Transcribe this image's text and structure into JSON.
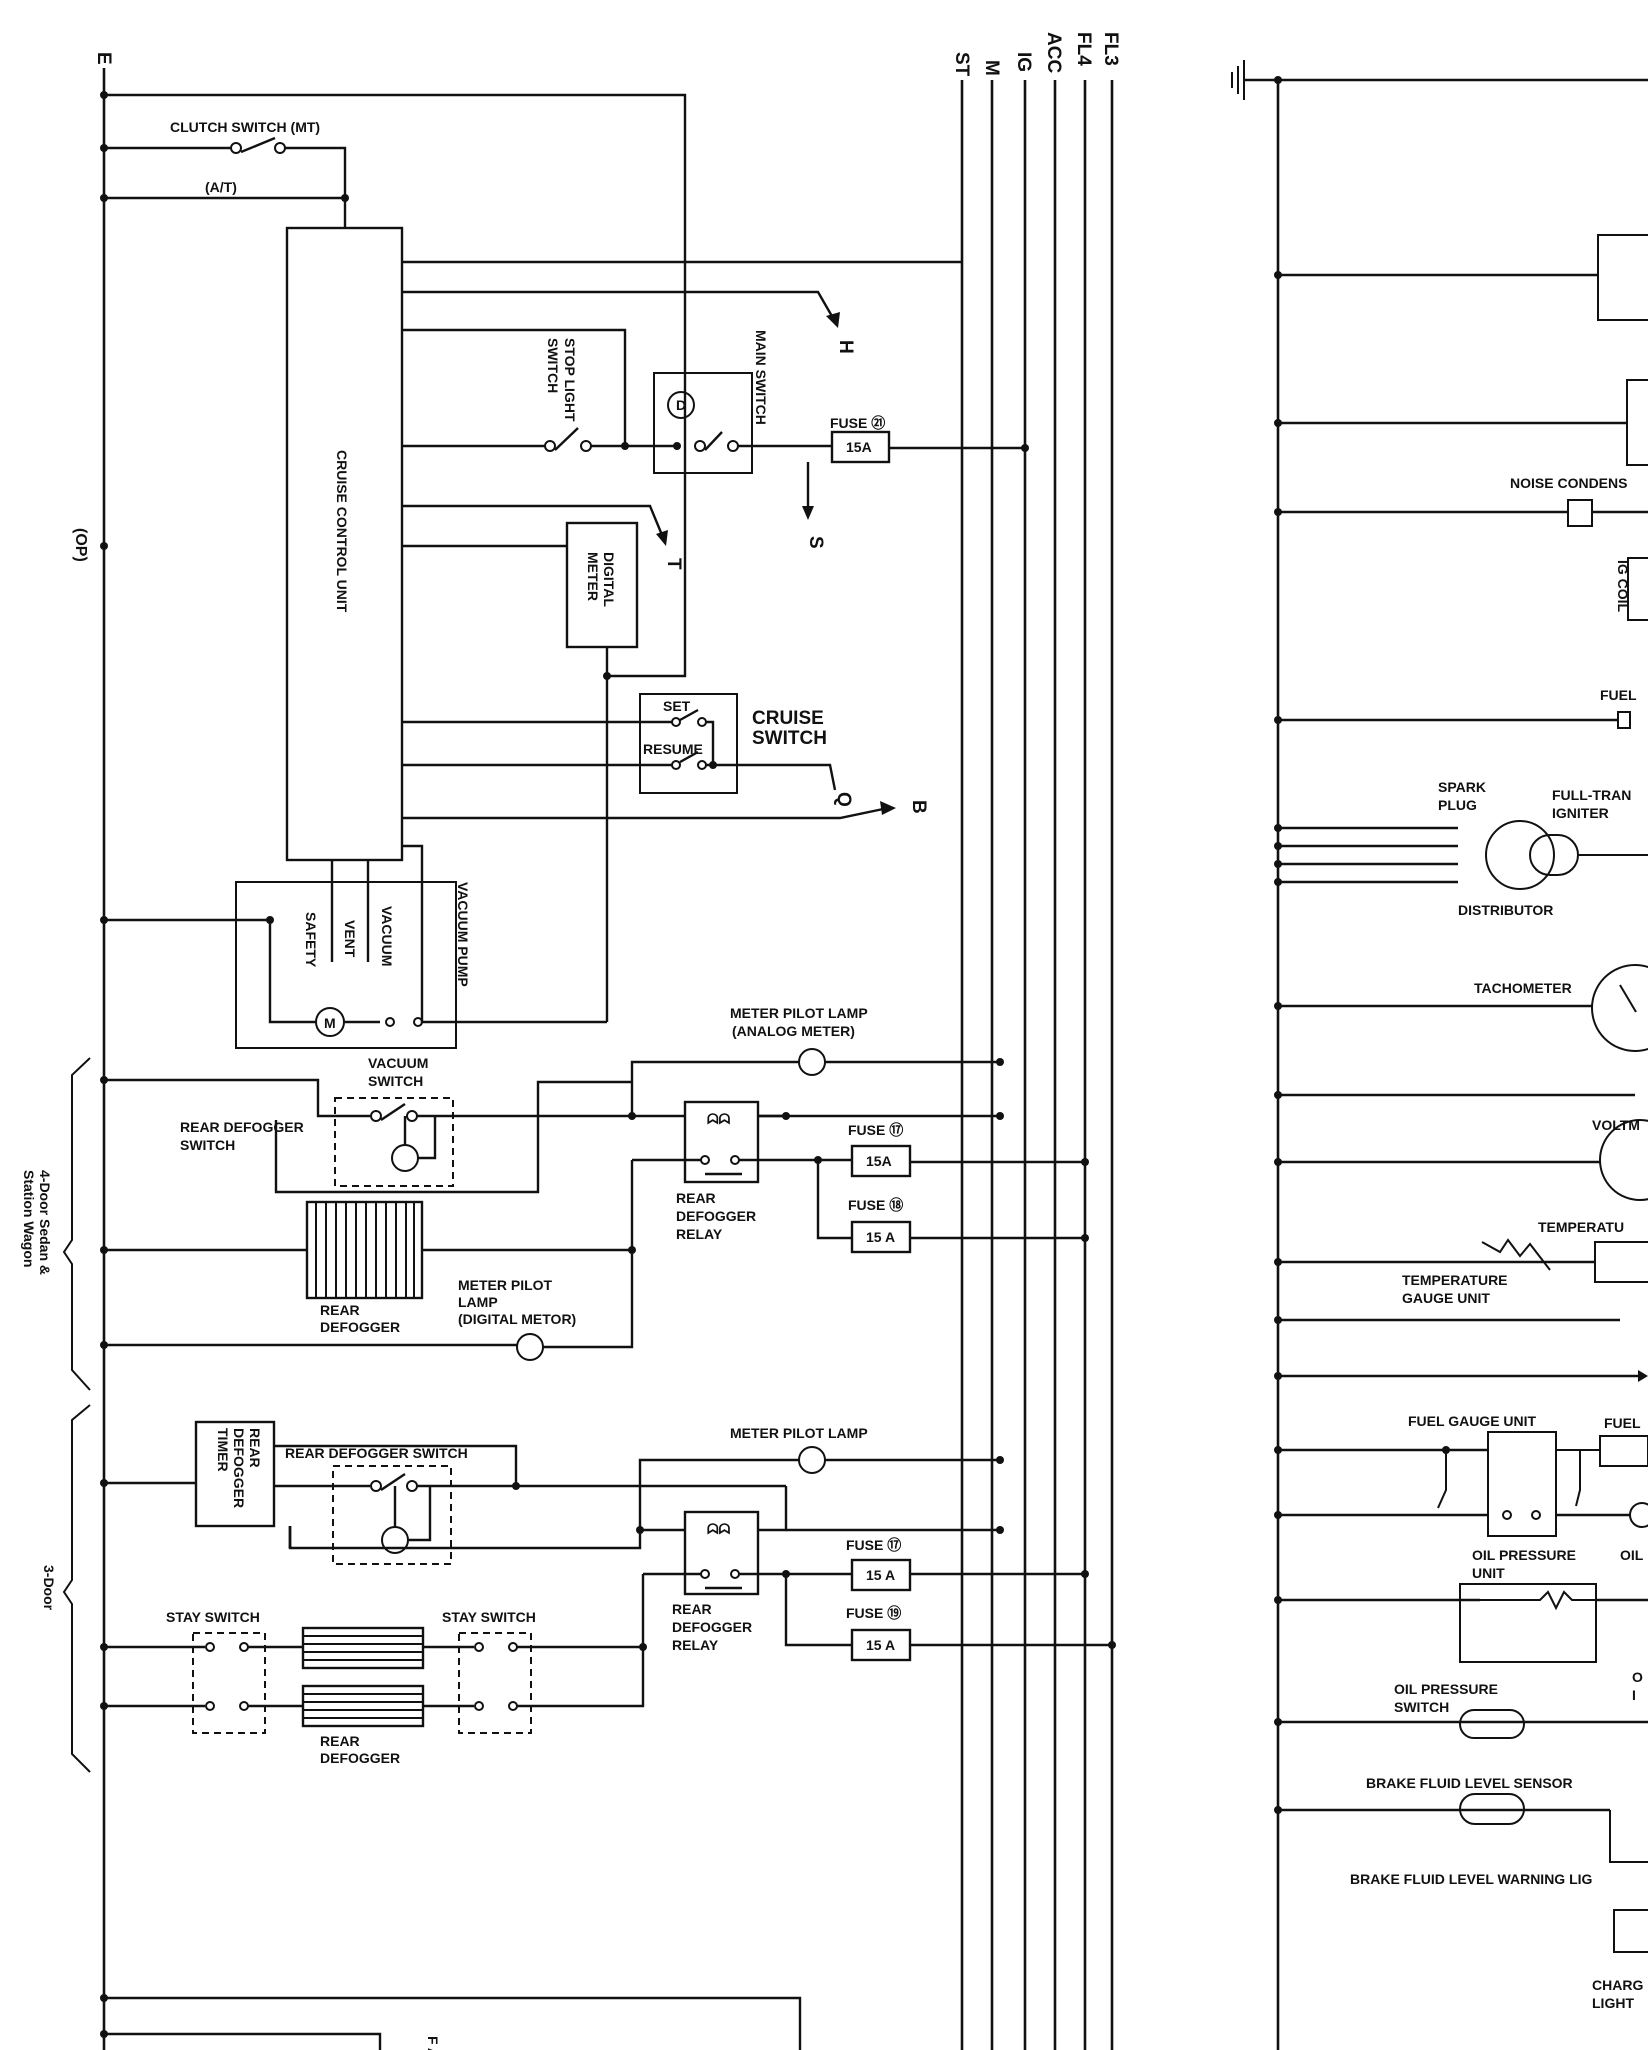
{
  "bus_labels": {
    "fl3": "FL3",
    "fl4": "FL4",
    "acc": "ACC",
    "ig": "IG",
    "m": "M",
    "st": "ST"
  },
  "left": {
    "e_label": "E",
    "op_label": "(OP)",
    "clutch_switch": "CLUTCH SWITCH (MT)",
    "at_label": "(A/T)",
    "cruise_control_unit": "CRUISE CONTROL UNIT",
    "stop_light_switch_1": "STOP LIGHT",
    "stop_light_switch_2": "SWITCH",
    "main_switch": "MAIN SWITCH",
    "fuse21": "FUSE ㉑",
    "fuse21_rating": "15A",
    "digital_meter_1": "DIGITAL",
    "digital_meter_2": "METER",
    "cruise_set": "SET",
    "cruise_resume": "RESUME",
    "cruise_switch_1": "CRUISE",
    "cruise_switch_2": "SWITCH",
    "vacuum_pump": "VACUUM PUMP",
    "safety": "SAFETY",
    "vent": "VENT",
    "vacuum": "VACUUM",
    "conn_h": "H",
    "conn_t": "T",
    "conn_s": "S",
    "conn_b": "B",
    "meter_pilot_lamp_analog_1": "METER PILOT LAMP",
    "meter_pilot_lamp_analog_2": "(ANALOG METER)",
    "vacuum_switch_1": "VACUUM",
    "vacuum_switch_2": "SWITCH",
    "rear_defogger_switch_1": "REAR DEFOGGER",
    "rear_defogger_switch_2": "SWITCH",
    "fuse17": "FUSE ⑰",
    "fuse18": "FUSE ⑱",
    "fuse19": "FUSE ⑲",
    "fuse_15a": "15A",
    "fuse_15_a": "15 A",
    "rear_defogger_relay_1": "REAR",
    "rear_defogger_relay_2": "DEFOGGER",
    "rear_defogger_relay_3": "RELAY",
    "rear_defogger_1": "REAR",
    "rear_defogger_2": "DEFOGGER",
    "meter_pilot_lamp_digital_1": "METER PILOT",
    "meter_pilot_lamp_digital_2": "LAMP",
    "meter_pilot_lamp_digital_3": "(DIGITAL METOR)",
    "four_door_1": "4-Door Sedan &",
    "four_door_2": "Station Wagon",
    "three_door": "3-Door",
    "rear_defogger_timer_1": "REAR",
    "rear_defogger_timer_2": "DEFOGGER",
    "rear_defogger_timer_3": "TIMER",
    "rear_defogger_switch_3door": "REAR DEFOGGER SWITCH",
    "meter_pilot_lamp": "METER PILOT LAMP",
    "stay_switch": "STAY SWITCH",
    "bottom_fragment": "F A"
  },
  "right": {
    "noise_condenser": "NOISE CONDENS",
    "ig_coil": "IG COIL",
    "fuel_1": "FUEL",
    "spark_plug_1": "SPARK",
    "spark_plug_2": "PLUG",
    "full_tran_1": "FULL-TRAN",
    "full_tran_2": "IGNITER",
    "distributor": "DISTRIBUTOR",
    "tachometer": "TACHOMETER",
    "voltm": "VOLTM",
    "temperatu": "TEMPERATU",
    "temp_gauge_unit_1": "TEMPERATURE",
    "temp_gauge_unit_2": "GAUGE UNIT",
    "fuel_gauge_unit": "FUEL GAUGE UNIT",
    "fuel_2": "FUEL",
    "oil_pressure_unit_1": "OIL PRESSURE",
    "oil_pressure_unit_2": "UNIT",
    "oil_frag": "OIL",
    "oil_pressure_switch_1": "OIL PRESSURE",
    "oil_pressure_switch_2": "SWITCH",
    "o_frag_1": "O",
    "o_frag_2": "I",
    "brake_fluid_sensor": "BRAKE FLUID LEVEL SENSOR",
    "brake_fluid_warning": "BRAKE FLUID LEVEL WARNING LIG",
    "charg_1": "CHARG",
    "charg_2": "LIGHT"
  }
}
